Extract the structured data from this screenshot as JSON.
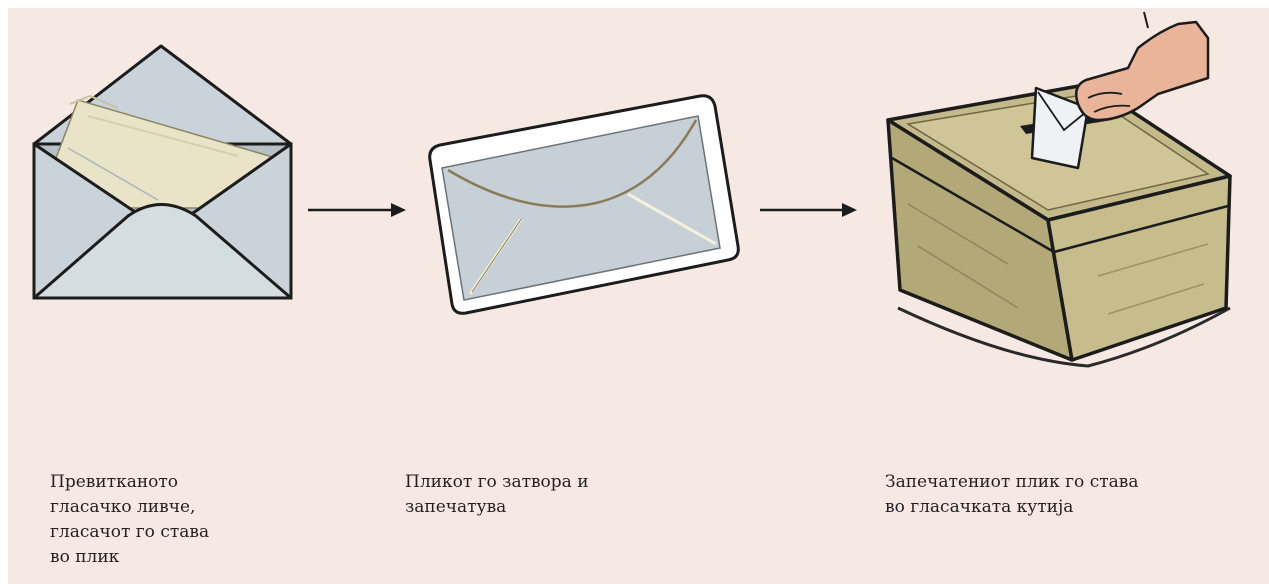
{
  "captions": {
    "step1": "Превитканото\nгласачко ливче,\nгласачот го става\nво плик",
    "step2": "Пликот го затвора и\nзапечатува",
    "step3": "Запечатениот плик го става\nво гласачката кутија"
  },
  "icons": {
    "step1": "open-envelope-with-ballot-icon",
    "step2": "sealed-envelope-icon",
    "step3": "ballot-box-with-hand-icon"
  },
  "colors": {
    "background": "#f6e9e3",
    "envelope": "#c9d3d9",
    "ballot_paper": "#e9e4c8",
    "ballot_box": "#c4b98a",
    "outline": "#1c1c1c"
  }
}
